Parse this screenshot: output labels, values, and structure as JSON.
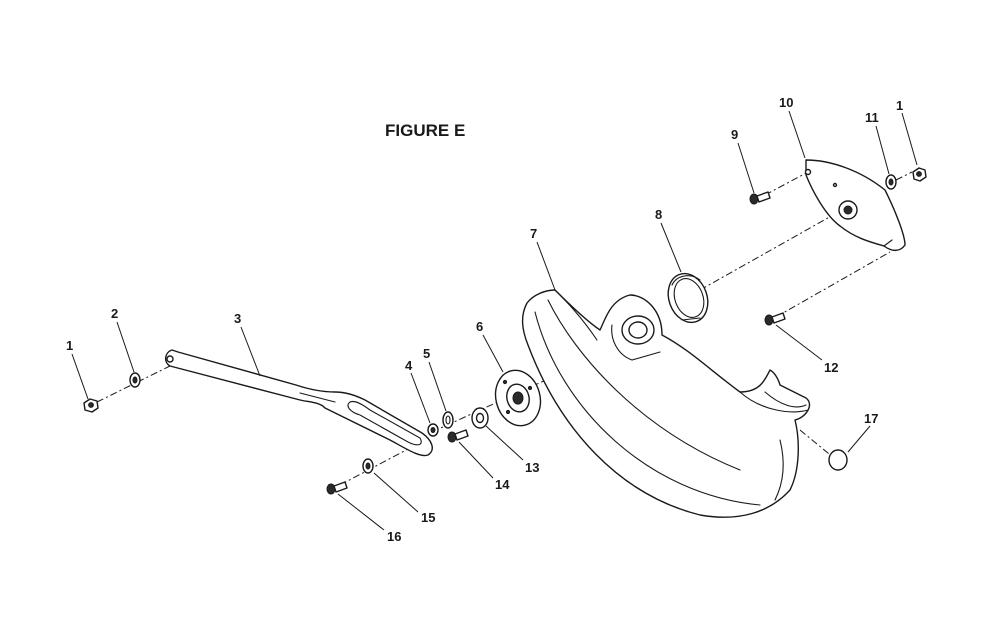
{
  "figure": {
    "title": "FIGURE E"
  },
  "callouts": {
    "c1_left": "1",
    "c2": "2",
    "c3": "3",
    "c4": "4",
    "c5": "5",
    "c6": "6",
    "c7": "7",
    "c8": "8",
    "c9": "9",
    "c10": "10",
    "c11": "11",
    "c1_right": "1",
    "c12": "12",
    "c13": "13",
    "c14": "14",
    "c15": "15",
    "c16": "16",
    "c17": "17"
  }
}
